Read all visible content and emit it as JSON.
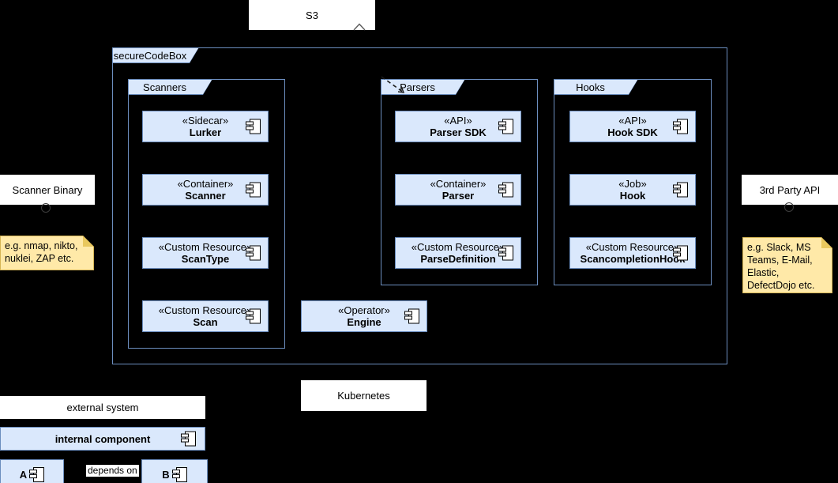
{
  "colors": {
    "background": "#000000",
    "component_fill": "#dae8fc",
    "component_border": "#6c8ebf",
    "note_fill": "#ffe9a8",
    "note_border": "#d6b656",
    "external_box_fill": "#ffffff"
  },
  "frame": {
    "label": "secureCodeBox"
  },
  "groups": [
    {
      "label": "Scanners",
      "components": [
        {
          "stereotype": "«Sidecar»",
          "name": "Lurker"
        },
        {
          "stereotype": "«Container»",
          "name": "Scanner"
        },
        {
          "stereotype": "«Custom Resource»",
          "name": "ScanType"
        },
        {
          "stereotype": "«Custom Resource»",
          "name": "Scan"
        }
      ]
    },
    {
      "label": "Parsers",
      "components": [
        {
          "stereotype": "«API»",
          "name": "Parser SDK"
        },
        {
          "stereotype": "«Container»",
          "name": "Parser"
        },
        {
          "stereotype": "«Custom Resource»",
          "name": "ParseDefinition"
        }
      ]
    },
    {
      "label": "Hooks",
      "components": [
        {
          "stereotype": "«API»",
          "name": "Hook SDK"
        },
        {
          "stereotype": "«Job»",
          "name": "Hook"
        },
        {
          "stereotype": "«Custom Resource»",
          "name": "ScancompletionHook"
        }
      ]
    }
  ],
  "engine": {
    "stereotype": "«Operator»",
    "name": "Engine"
  },
  "nodes": {
    "s3": "S3",
    "scanner_binary": "Scanner Binary",
    "third_party_api": "3rd Party API",
    "kubernetes": "Kubernetes"
  },
  "notes": {
    "scanner_examples": "e.g. nmap, nikto, nuklei, ZAP etc.",
    "hook_examples": "e.g. Slack, MS Teams, E-Mail, Elastic, DefectDojo etc."
  },
  "legend": {
    "external_system": "external system",
    "internal_component": "internal component",
    "component_a": "A",
    "component_b": "B",
    "depends_on": "depends on"
  }
}
